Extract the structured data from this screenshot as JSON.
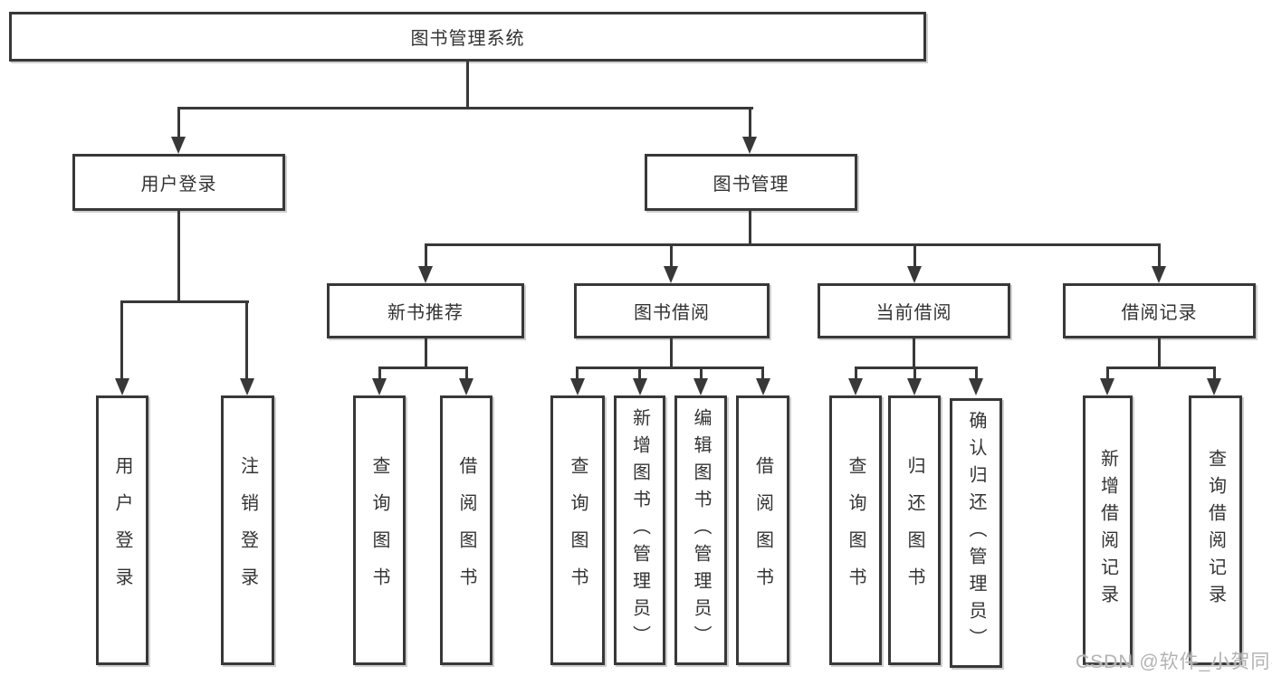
{
  "root": {
    "label": "图书管理系统"
  },
  "branches": [
    {
      "label": "用户登录",
      "children": [
        {
          "label": "用户登录"
        },
        {
          "label": "注销登录"
        }
      ]
    },
    {
      "label": "图书管理",
      "sections": [
        {
          "label": "新书推荐",
          "children": [
            {
              "label": "查询图书"
            },
            {
              "label": "借阅图书"
            }
          ]
        },
        {
          "label": "图书借阅",
          "children": [
            {
              "label": "查询图书"
            },
            {
              "label": "新增图书（管理员）"
            },
            {
              "label": "编辑图书（管理员）"
            },
            {
              "label": "借阅图书"
            }
          ]
        },
        {
          "label": "当前借阅",
          "children": [
            {
              "label": "查询图书"
            },
            {
              "label": "归还图书"
            },
            {
              "label": "确认归还（管理员）"
            }
          ]
        },
        {
          "label": "借阅记录",
          "children": [
            {
              "label": "新增借阅记录"
            },
            {
              "label": "查询借阅记录"
            }
          ]
        }
      ]
    }
  ],
  "watermark": {
    "text": "CSDN @软件_小贺同学"
  },
  "colors": {
    "line": "#383838",
    "box_border": "#383838",
    "box_fill": "#ffffff",
    "text": "#333333",
    "watermark": "#b3b3b3"
  }
}
